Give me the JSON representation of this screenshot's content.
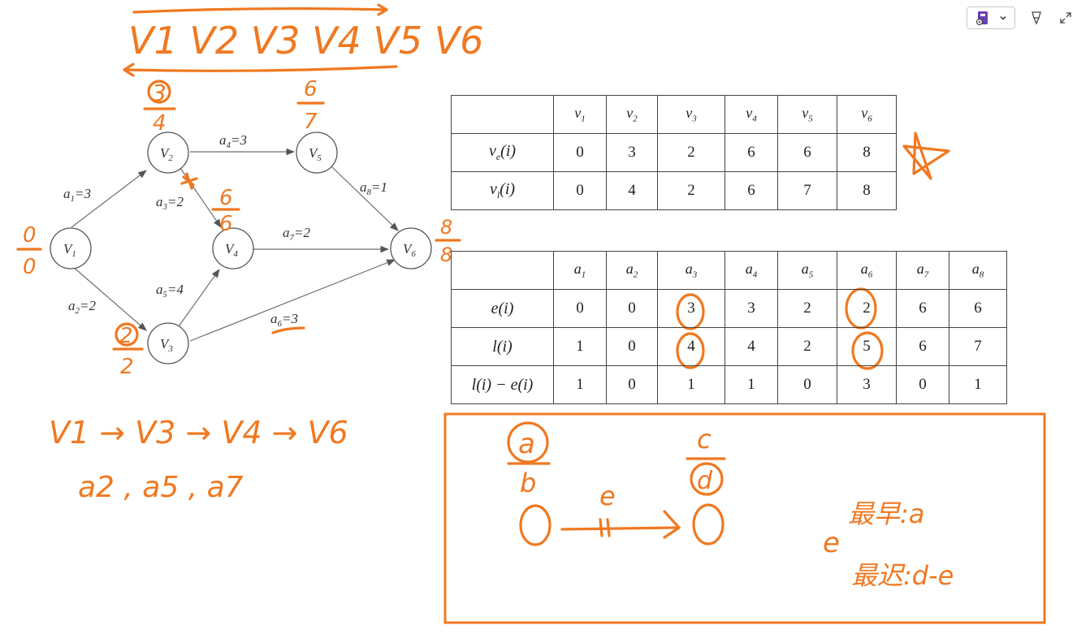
{
  "toolbar": {
    "items": [
      {
        "icon": "notebook-icon"
      },
      {
        "icon": "chevron-down-icon"
      },
      {
        "icon": "pen-icon"
      },
      {
        "icon": "expand-icon"
      }
    ]
  },
  "handwriting": {
    "order_top": "V1 V2 V3 V4 V5 V6",
    "path_nodes": "V1 → V3 → V4 → V6",
    "path_edges": "a2 , a5 , a7",
    "legend": {
      "letters": [
        "a",
        "b",
        "c",
        "d",
        "e"
      ],
      "earliest_label": "最早:a",
      "latest_label": "最迟:d-e"
    },
    "node_fractions": [
      {
        "node": "V1",
        "top": "0",
        "bottom": "0"
      },
      {
        "node": "V2",
        "top": "3",
        "bottom": "4"
      },
      {
        "node": "V3",
        "top": "2",
        "bottom": "2"
      },
      {
        "node": "V4",
        "top": "6",
        "bottom": "6"
      },
      {
        "node": "V5",
        "top": "6",
        "bottom": "7"
      },
      {
        "node": "V6",
        "top": "8",
        "bottom": "8"
      }
    ]
  },
  "graph": {
    "nodes": [
      {
        "id": "V1",
        "label": "V",
        "sub": "1"
      },
      {
        "id": "V2",
        "label": "V",
        "sub": "2"
      },
      {
        "id": "V3",
        "label": "V",
        "sub": "3"
      },
      {
        "id": "V4",
        "label": "V",
        "sub": "4"
      },
      {
        "id": "V5",
        "label": "V",
        "sub": "5"
      },
      {
        "id": "V6",
        "label": "V",
        "sub": "6"
      }
    ],
    "edges": [
      {
        "label": "a",
        "sub": "1",
        "weight": "=3",
        "from": "V1",
        "to": "V2"
      },
      {
        "label": "a",
        "sub": "2",
        "weight": "=2",
        "from": "V1",
        "to": "V3"
      },
      {
        "label": "a",
        "sub": "3",
        "weight": "=2",
        "from": "V2",
        "to": "V4"
      },
      {
        "label": "a",
        "sub": "4",
        "weight": "=3",
        "from": "V2",
        "to": "V5"
      },
      {
        "label": "a",
        "sub": "5",
        "weight": "=4",
        "from": "V3",
        "to": "V4"
      },
      {
        "label": "a",
        "sub": "6",
        "weight": "=3",
        "from": "V3",
        "to": "V6"
      },
      {
        "label": "a",
        "sub": "7",
        "weight": "=2",
        "from": "V4",
        "to": "V6"
      },
      {
        "label": "a",
        "sub": "8",
        "weight": "=1",
        "from": "V5",
        "to": "V6"
      }
    ]
  },
  "vertex_table": {
    "headers": [
      {
        "main": "v",
        "sub": "1"
      },
      {
        "main": "v",
        "sub": "2"
      },
      {
        "main": "v",
        "sub": "3"
      },
      {
        "main": "v",
        "sub": "4"
      },
      {
        "main": "v",
        "sub": "5"
      },
      {
        "main": "v",
        "sub": "6"
      }
    ],
    "rows": [
      {
        "label_main": "v",
        "label_sub": "e",
        "label_tail": "(i)",
        "values": [
          "0",
          "3",
          "2",
          "6",
          "6",
          "8"
        ]
      },
      {
        "label_main": "v",
        "label_sub": "l",
        "label_tail": "(i)",
        "values": [
          "0",
          "4",
          "2",
          "6",
          "7",
          "8"
        ]
      }
    ]
  },
  "activity_table": {
    "headers": [
      {
        "main": "a",
        "sub": "1"
      },
      {
        "main": "a",
        "sub": "2"
      },
      {
        "main": "a",
        "sub": "3"
      },
      {
        "main": "a",
        "sub": "4"
      },
      {
        "main": "a",
        "sub": "5"
      },
      {
        "main": "a",
        "sub": "6"
      },
      {
        "main": "a",
        "sub": "7"
      },
      {
        "main": "a",
        "sub": "8"
      }
    ],
    "rows": [
      {
        "label": "e(i)",
        "values": [
          "0",
          "0",
          "3",
          "3",
          "2",
          "2",
          "6",
          "6"
        ]
      },
      {
        "label": "l(i)",
        "values": [
          "1",
          "0",
          "4",
          "4",
          "2",
          "5",
          "6",
          "7"
        ]
      },
      {
        "label": "l(i) − e(i)",
        "values": [
          "1",
          "0",
          "1",
          "1",
          "0",
          "3",
          "0",
          "1"
        ]
      }
    ]
  },
  "colors": {
    "ink": "#f07820",
    "graph": "#555555",
    "background": "#ffffff"
  }
}
